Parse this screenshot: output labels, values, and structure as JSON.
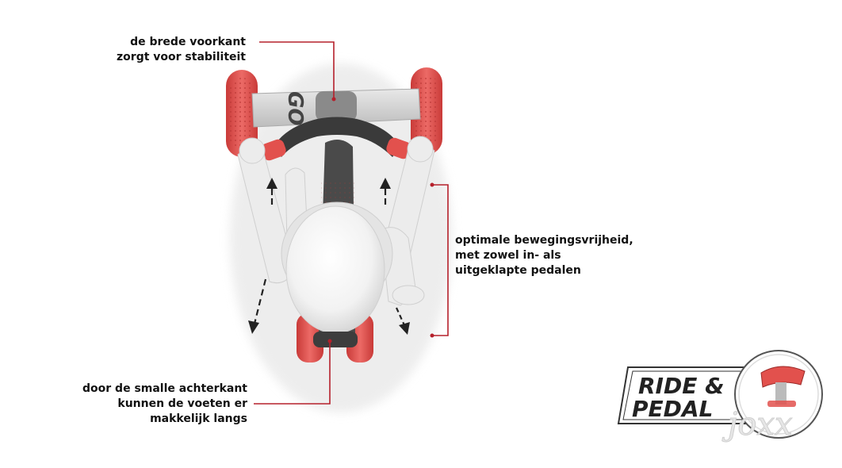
{
  "annotations": {
    "front": {
      "lines": [
        "de brede voorkant",
        "zorgt voor stabiliteit"
      ]
    },
    "middle": {
      "lines": [
        "optimale bewegingsvrijheid,",
        "met zowel in- als",
        "uitgeklapte pedalen"
      ]
    },
    "rear": {
      "lines": [
        "door de smalle achterkant",
        "kunnen de voeten er",
        "makkelijk langs"
      ]
    }
  },
  "bike": {
    "brand_mark": "GO"
  },
  "logo": {
    "line1": "RIDE &",
    "line2": "PEDAL",
    "script": "joxx"
  },
  "colors": {
    "accent_red": "#e2514d",
    "callout_line": "#b5202b",
    "dark_grey": "#3a3a3a"
  }
}
